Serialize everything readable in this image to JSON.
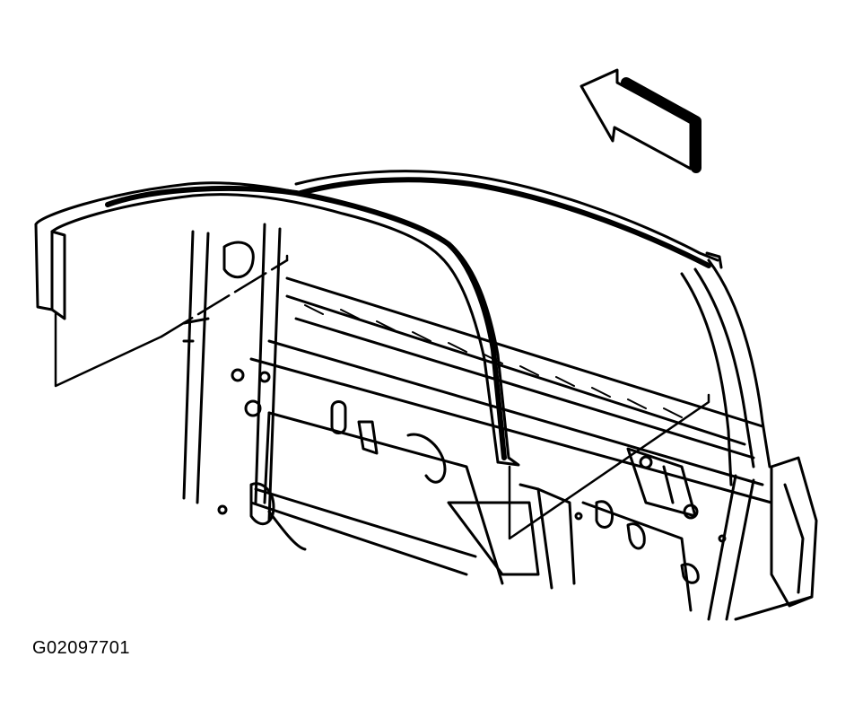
{
  "figure": {
    "id_label": "G02097701"
  },
  "colors": {
    "ink": "#000000",
    "paper": "#ffffff"
  },
  "parts": [
    {
      "name": "door-frame-weatherstrip",
      "icon": "weatherstrip-seal"
    },
    {
      "name": "door-inner-panel",
      "icon": "door-panel"
    },
    {
      "name": "direction-arrow",
      "icon": "arrow-icon"
    }
  ]
}
